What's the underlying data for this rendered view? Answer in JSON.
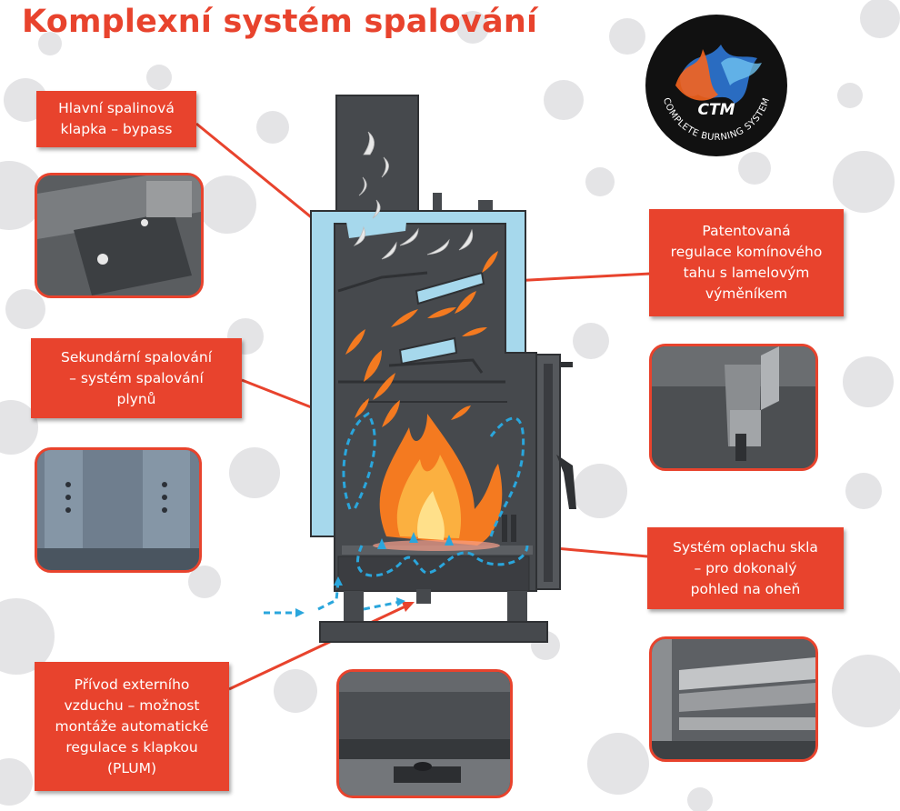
{
  "title": "Komplexní systém spalování",
  "labels": {
    "bypass": "Hlavní spalinová\nklapka – bypass",
    "chimney": "Patentovaná\nregulace komínového\ntahu s lamelovým\nvýměníkem",
    "secondary": "Sekundární spalování\n– systém spalování\nplynů",
    "glass": "Systém oplachu skla\n– pro dokonalý\npohled na oheň",
    "air": "Přívod externího\nvzduchu – možnost\nmontáže automatické\nregulace s klapkou\n(PLUM)"
  },
  "badge": {
    "logo_text": "CTM",
    "ring_text": "COMPLETE BURNING SYSTEM"
  },
  "icons": [
    "flame-icon",
    "smoke-icon",
    "air-flow-arrow-icon",
    "ctm-logo-icon"
  ],
  "colors": {
    "accent": "#e8432d",
    "heat_exchanger": "#a6d8ec",
    "stove_body": "#46494d",
    "air_flow": "#2aa6dc",
    "flame": "#f47a20"
  }
}
